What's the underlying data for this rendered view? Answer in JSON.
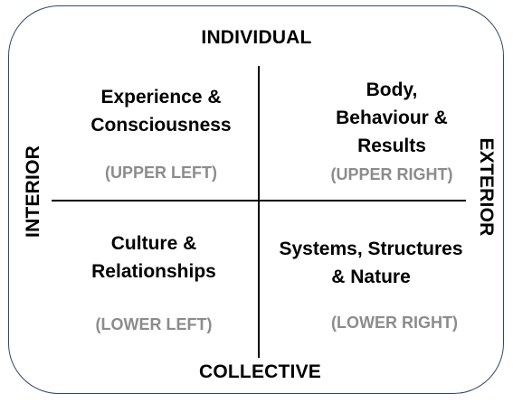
{
  "axes": {
    "top": "INDIVIDUAL",
    "bottom": "COLLECTIVE",
    "left": "INTERIOR",
    "right": "EXTERIOR"
  },
  "quadrants": {
    "upper_left": {
      "title": "Experience &\nConsciousness",
      "subtitle": "(UPPER LEFT)"
    },
    "upper_right": {
      "title": "Body,\nBehaviour &\nResults",
      "subtitle": "(UPPER RIGHT)"
    },
    "lower_left": {
      "title": "Culture &\nRelationships",
      "subtitle": "(LOWER LEFT)"
    },
    "lower_right": {
      "title": "Systems, Structures\n& Nature",
      "subtitle": "(LOWER RIGHT)"
    }
  },
  "colors": {
    "frame_border": "#2e4a6b",
    "text": "#000000",
    "subtitle": "#8c8c8c"
  }
}
